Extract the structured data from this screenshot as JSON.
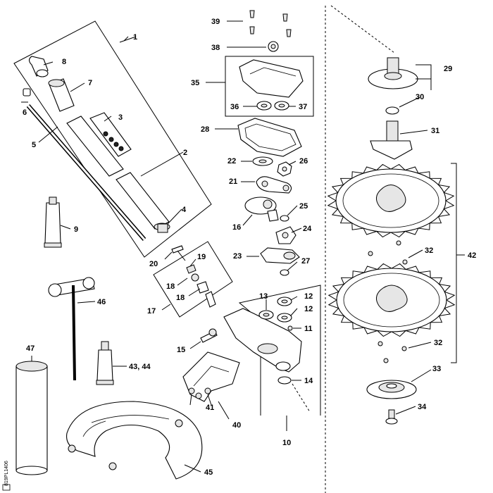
{
  "part_numbers": [
    "1",
    "2",
    "3",
    "4",
    "5",
    "6",
    "7",
    "8",
    "9",
    "10",
    "11",
    "12",
    "12",
    "13",
    "14",
    "15",
    "16",
    "17",
    "18",
    "18",
    "19",
    "20",
    "21",
    "22",
    "23",
    "24",
    "25",
    "26",
    "27",
    "28",
    "29",
    "30",
    "31",
    "32",
    "32",
    "33",
    "34",
    "35",
    "36",
    "37",
    "38",
    "39",
    "40",
    "41",
    "42",
    "43, 44",
    "45",
    "46",
    "47"
  ],
  "doc_code": "819PL1406"
}
